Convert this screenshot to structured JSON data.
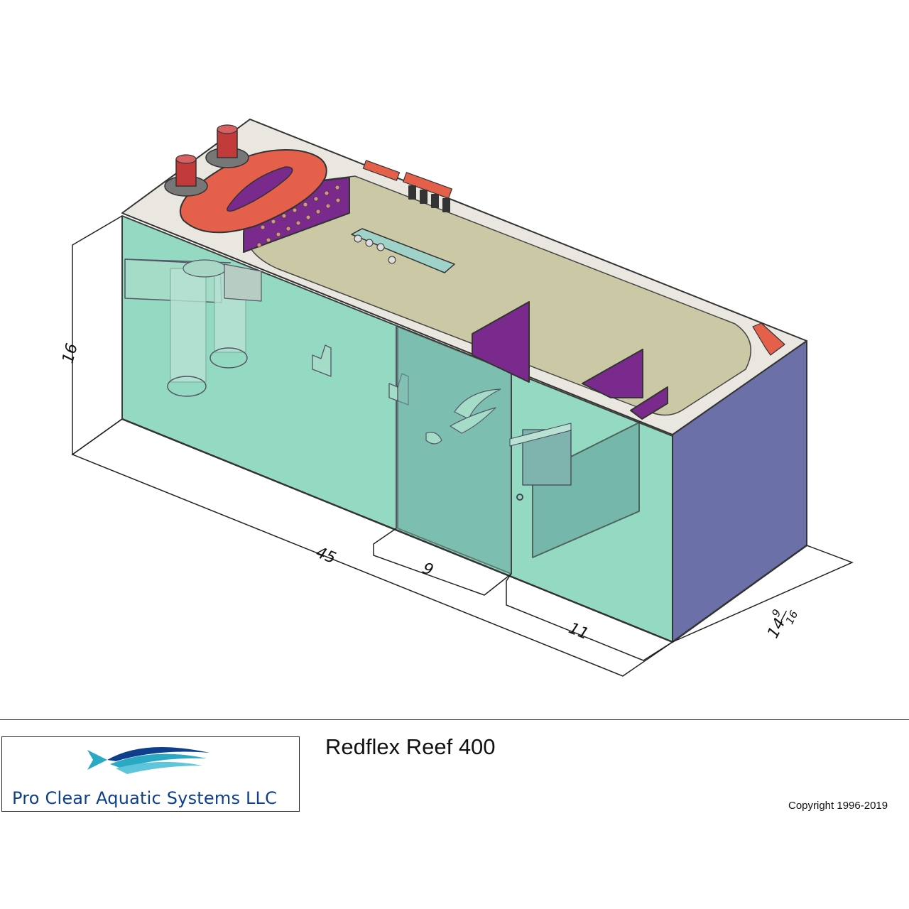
{
  "title": "Redflex Reef 400",
  "copyright": "Copyright 1996-2019",
  "company": "Pro Clear Aquatic Systems LLC",
  "dimensions": {
    "height": "16",
    "length": "45",
    "section_a": "9",
    "section_b": "11",
    "depth_whole": "14",
    "depth_num": "9",
    "depth_den": "16"
  },
  "colors": {
    "glass": "#8fd9bf",
    "top_rim": "#e9e7df",
    "end_panel": "#6b70a8",
    "baffle": "#7a2a8c",
    "accent": "#e4604b",
    "logo_blue": "#0d3f8c",
    "logo_teal": "#2aa8c4"
  },
  "icons": [
    "fish-logo-icon",
    "fish-cutout-icon"
  ]
}
